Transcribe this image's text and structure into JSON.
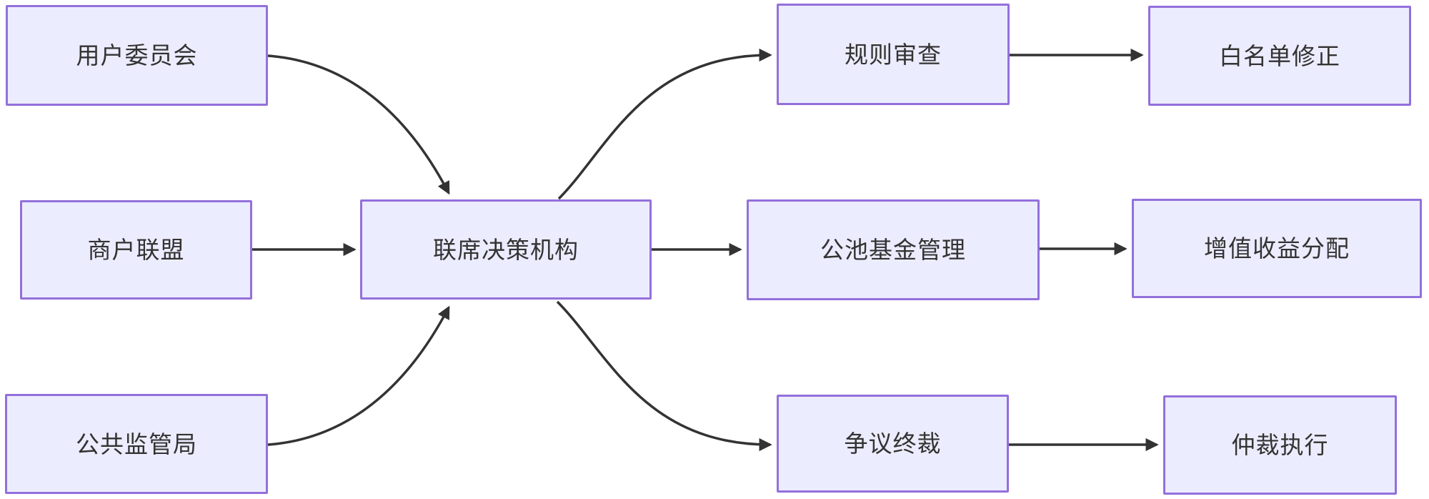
{
  "diagram": {
    "type": "flowchart",
    "direction": "left-to-right",
    "colors": {
      "node_fill": "#ECECFF",
      "node_border": "#9370DB",
      "edge_line": "#333333",
      "text": "#333333",
      "background": "#FFFFFF"
    },
    "nodes": [
      {
        "id": "user-committee",
        "label": "用户委员会"
      },
      {
        "id": "merchant-alliance",
        "label": "商户联盟"
      },
      {
        "id": "public-regulator",
        "label": "公共监管局"
      },
      {
        "id": "joint-decision-body",
        "label": "联席决策机构"
      },
      {
        "id": "rule-review",
        "label": "规则审查"
      },
      {
        "id": "pool-fund-management",
        "label": "公池基金管理"
      },
      {
        "id": "dispute-arbitration",
        "label": "争议终裁"
      },
      {
        "id": "whitelist-correction",
        "label": "白名单修正"
      },
      {
        "id": "revenue-distribution",
        "label": "增值收益分配"
      },
      {
        "id": "arbitration-execution",
        "label": "仲裁执行"
      }
    ],
    "edges": [
      {
        "from": "用户委员会",
        "to": "联席决策机构"
      },
      {
        "from": "商户联盟",
        "to": "联席决策机构"
      },
      {
        "from": "公共监管局",
        "to": "联席决策机构"
      },
      {
        "from": "联席决策机构",
        "to": "规则审查"
      },
      {
        "from": "联席决策机构",
        "to": "公池基金管理"
      },
      {
        "from": "联席决策机构",
        "to": "争议终裁"
      },
      {
        "from": "规则审查",
        "to": "白名单修正"
      },
      {
        "from": "公池基金管理",
        "to": "增值收益分配"
      },
      {
        "from": "争议终裁",
        "to": "仲裁执行"
      }
    ]
  }
}
